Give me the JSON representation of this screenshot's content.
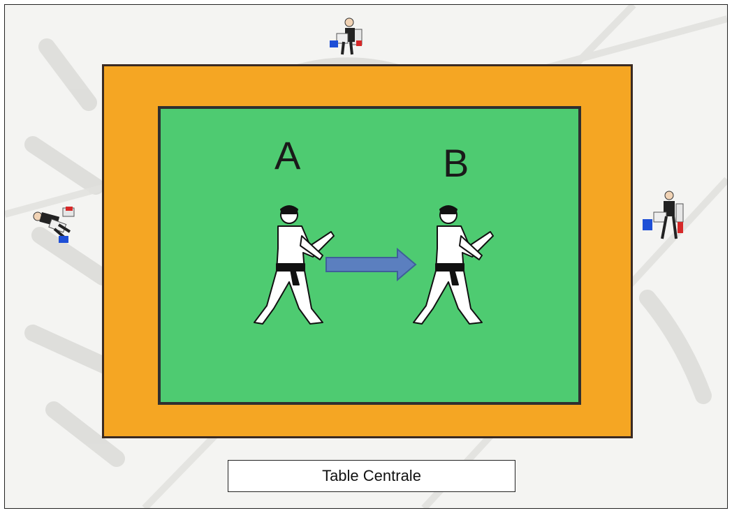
{
  "competitors": {
    "a_label": "A",
    "b_label": "B"
  },
  "table": {
    "label": "Table Centrale"
  },
  "colors": {
    "outer_mat": "#f5a623",
    "inner_mat": "#4ecb71",
    "arrow": "#5b7fbf",
    "flag_blue": "#1e4fd6",
    "flag_red": "#d62828"
  },
  "icons": {
    "fighter": "karateka-icon",
    "judge": "judge-with-flags-icon",
    "arrow": "right-arrow-icon"
  }
}
